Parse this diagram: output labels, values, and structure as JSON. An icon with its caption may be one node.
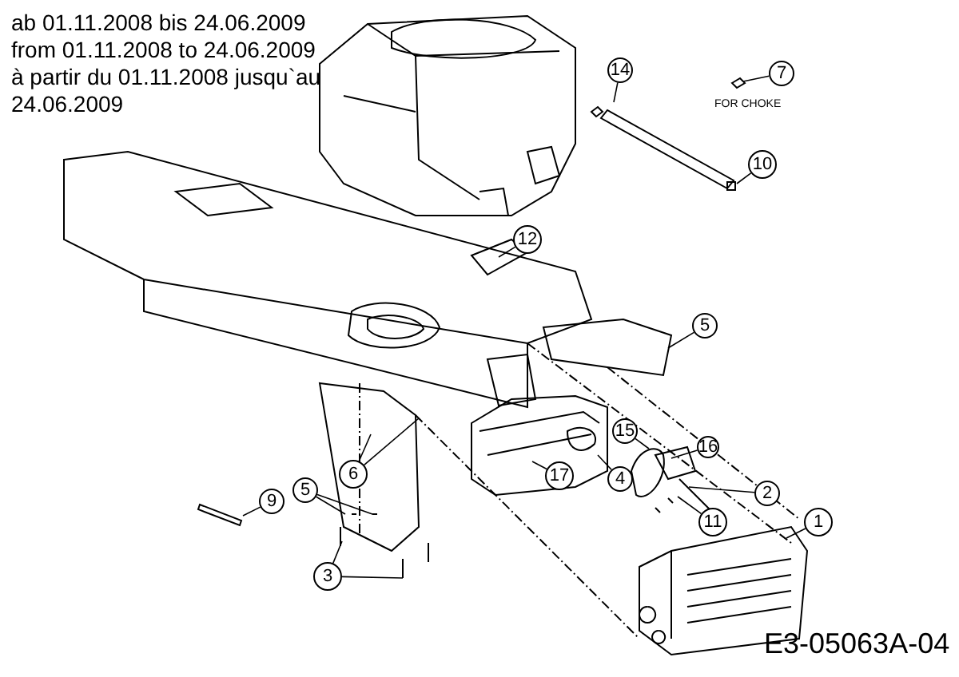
{
  "diagram": {
    "nodes": [
      {
        "text": [
          "14"
        ]
      },
      {
        "text": [
          "7"
        ]
      },
      {
        "text": [
          "10"
        ]
      },
      {
        "text": [
          "12"
        ]
      },
      {
        "text": [
          "5"
        ]
      },
      {
        "text": [
          "6"
        ]
      },
      {
        "text": [
          "5"
        ]
      },
      {
        "text": [
          "9"
        ]
      },
      {
        "text": [
          "3"
        ]
      },
      {
        "text": [
          "17"
        ]
      },
      {
        "text": [
          "4"
        ]
      },
      {
        "text": [
          "15"
        ]
      },
      {
        "text": [
          "16"
        ]
      },
      {
        "text": [
          "2"
        ]
      },
      {
        "text": [
          "11"
        ]
      },
      {
        "text": [
          "1"
        ]
      }
    ],
    "edges": [
      {
        "from": 0,
        "to": null,
        "arrow": "none"
      },
      {
        "from": 1,
        "to": null,
        "arrow": "none"
      },
      {
        "from": 2,
        "to": null,
        "arrow": "none"
      },
      {
        "from": 3,
        "to": null,
        "arrow": "none"
      },
      {
        "from": 4,
        "to": null,
        "arrow": "none"
      },
      {
        "from": 5,
        "to": null,
        "arrow": "none"
      },
      {
        "from": 5,
        "to": null,
        "arrow": "none"
      },
      {
        "from": 6,
        "to": null,
        "arrow": "none"
      },
      {
        "from": 6,
        "to": null,
        "arrow": "none"
      },
      {
        "from": 7,
        "to": null,
        "arrow": "none"
      },
      {
        "from": 8,
        "to": null,
        "arrow": "none"
      },
      {
        "from": 8,
        "to": null,
        "arrow": "none"
      },
      {
        "from": 9,
        "to": null,
        "arrow": "none"
      },
      {
        "from": 10,
        "to": null,
        "arrow": "none"
      },
      {
        "from": 11,
        "to": null,
        "arrow": "none"
      },
      {
        "from": 12,
        "to": null,
        "arrow": "none"
      },
      {
        "from": 13,
        "to": null,
        "arrow": "none"
      },
      {
        "from": 14,
        "to": null,
        "arrow": "none"
      },
      {
        "from": 15,
        "to": null,
        "arrow": "none"
      }
    ],
    "labels": [
      "ab 01.11.2008 bis 24.06.2009",
      "from 01.11.2008 to 24.06.2009",
      "à partir du 01.11.2008 jusqu`au 24.06.2009",
      "FOR CHOKE",
      "E3-05063A-04"
    ]
  }
}
